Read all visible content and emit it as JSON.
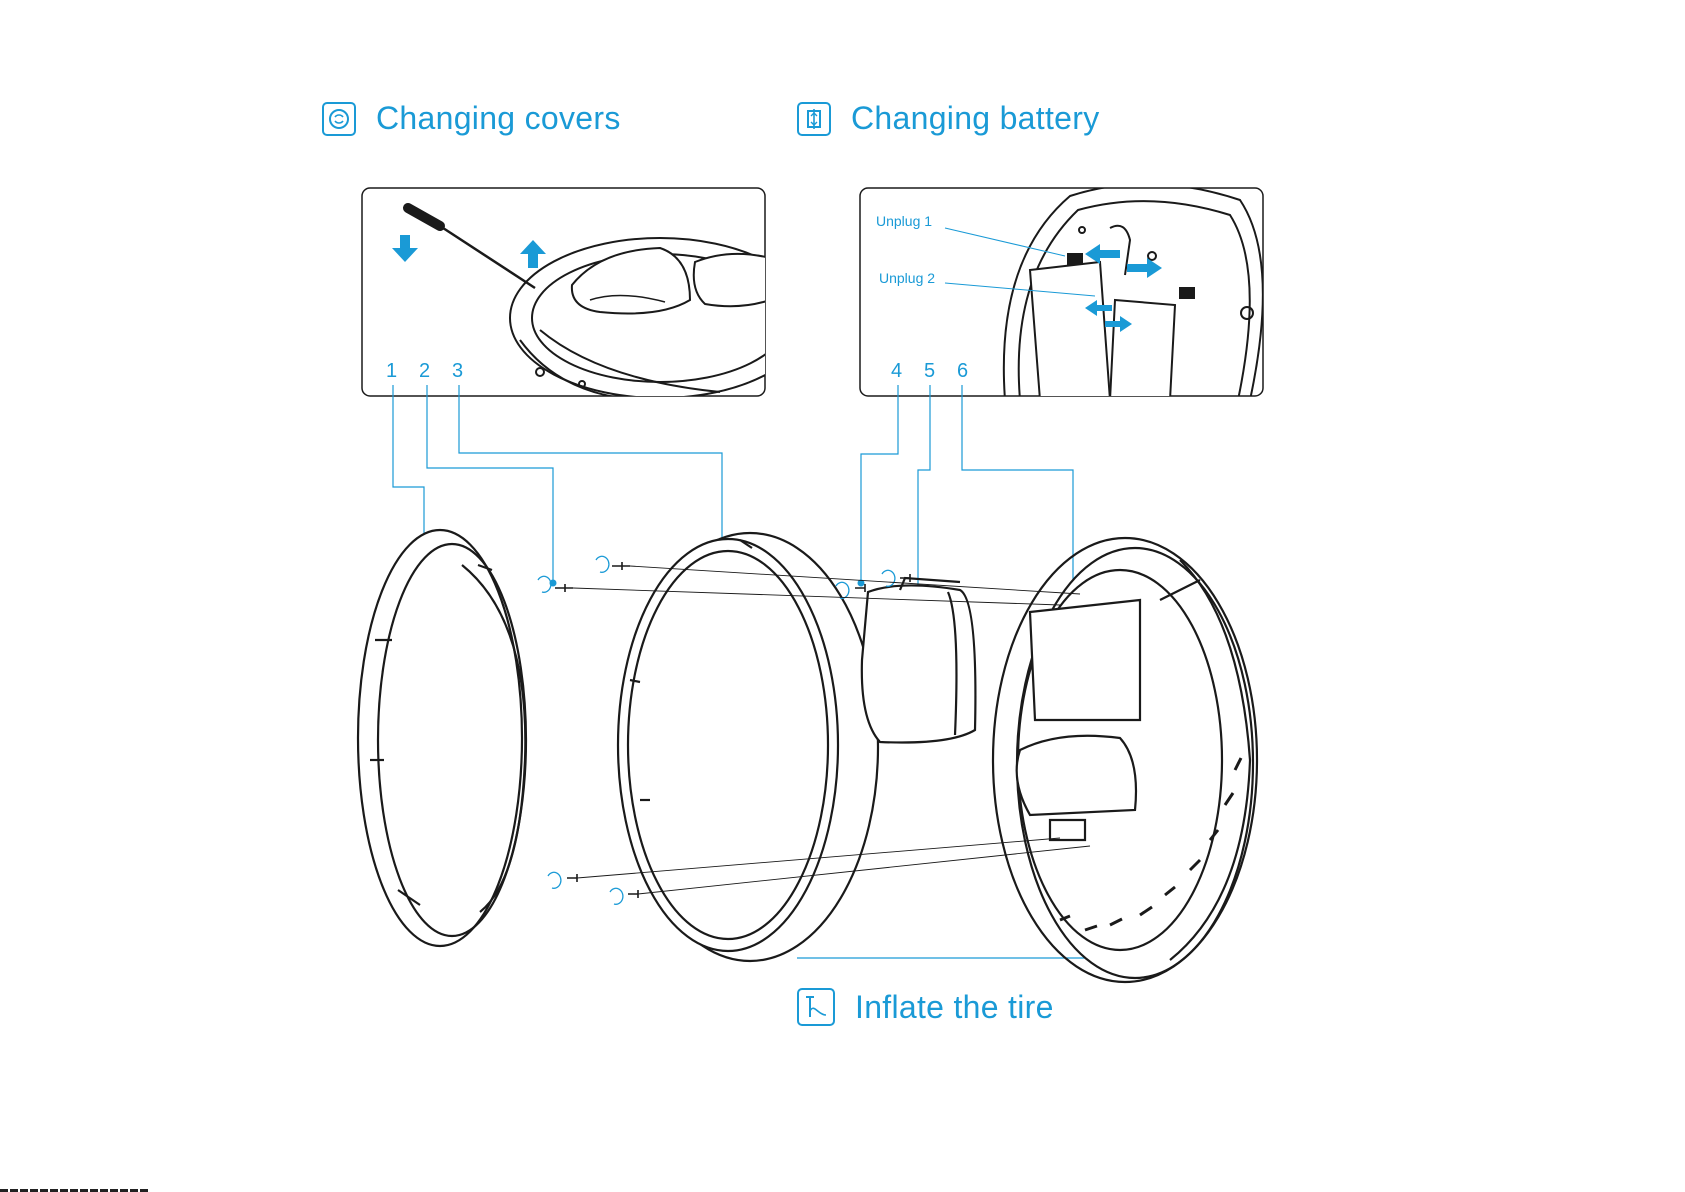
{
  "colors": {
    "accent": "#1a9ad6",
    "line": "#1a1a1a"
  },
  "sections": {
    "covers": {
      "title": "Changing covers",
      "icon": "rotate-circle-icon"
    },
    "battery": {
      "title": "Changing battery",
      "icon": "battery-swap-icon"
    },
    "tire": {
      "title": "Inflate the tire",
      "icon": "pump-icon"
    }
  },
  "callouts": [
    "1",
    "2",
    "3",
    "4",
    "5",
    "6"
  ],
  "unplug": {
    "first": "Unplug 1",
    "second": "Unplug 2"
  }
}
